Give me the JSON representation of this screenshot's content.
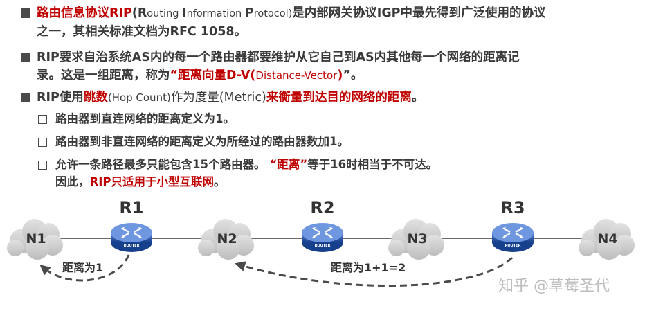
{
  "bullets": [
    {
      "line1": {
        "hl": "路由信息协议RIP",
        "p": "(",
        "f1": "R",
        "t1": "outing ",
        "f2": "I",
        "t2": "nformation ",
        "f3": "P",
        "t3": "rotocol)",
        "rest": "是内部网关协议IGP中最先得到广泛使用的协议"
      },
      "line2": "之一，其相关标准文档为RFC 1058。"
    },
    {
      "line1": "RIP要求自治系统AS内的每一个路由器都要维护从它自己到AS内其他每一个网络的距离记",
      "line2": {
        "pre": "录。这是一组距离，称为",
        "hl_open": "“",
        "hl": "距离向量D-V(",
        "hl_thin": "Distance-Vector",
        "hl_close": ")",
        "close": "”。"
      }
    },
    {
      "pre": "RIP使用",
      "hl1": "跳数",
      "thin": "(Hop Count)",
      "mid": "作为度量(Metric)",
      "hl2": "来衡量到达目的网络的距离",
      "end": "。"
    }
  ],
  "sub_items": [
    {
      "text": "路由器到直连网络的距离定义为1。"
    },
    {
      "text": "路由器到非直连网络的距离定义为所经过的路由器数加1。"
    },
    {
      "pre": "允许一条路径最多只能包含15个路由器。",
      "hl": "“距离”",
      "mid": "等于16时相当于不可达。",
      "line2_pre": "因此，",
      "line2_hl": "RIP只适用于小型互联网",
      "line2_end": "。"
    }
  ],
  "diagram": {
    "networks": [
      "N1",
      "N2",
      "N3",
      "N4"
    ],
    "routers": [
      {
        "name": "R1",
        "tag": "ROUTER"
      },
      {
        "name": "R2",
        "tag": "ROUTER"
      },
      {
        "name": "R3",
        "tag": "ROUTER"
      }
    ],
    "distance_labels": [
      "距离为1",
      "距离为1+1=2"
    ]
  },
  "watermark": "知乎 @草莓圣代",
  "colors": {
    "highlight": "#c00000",
    "router": "#1f4e9a",
    "cloud": "#c9c9c9",
    "arrow": "#4a4a4a"
  }
}
